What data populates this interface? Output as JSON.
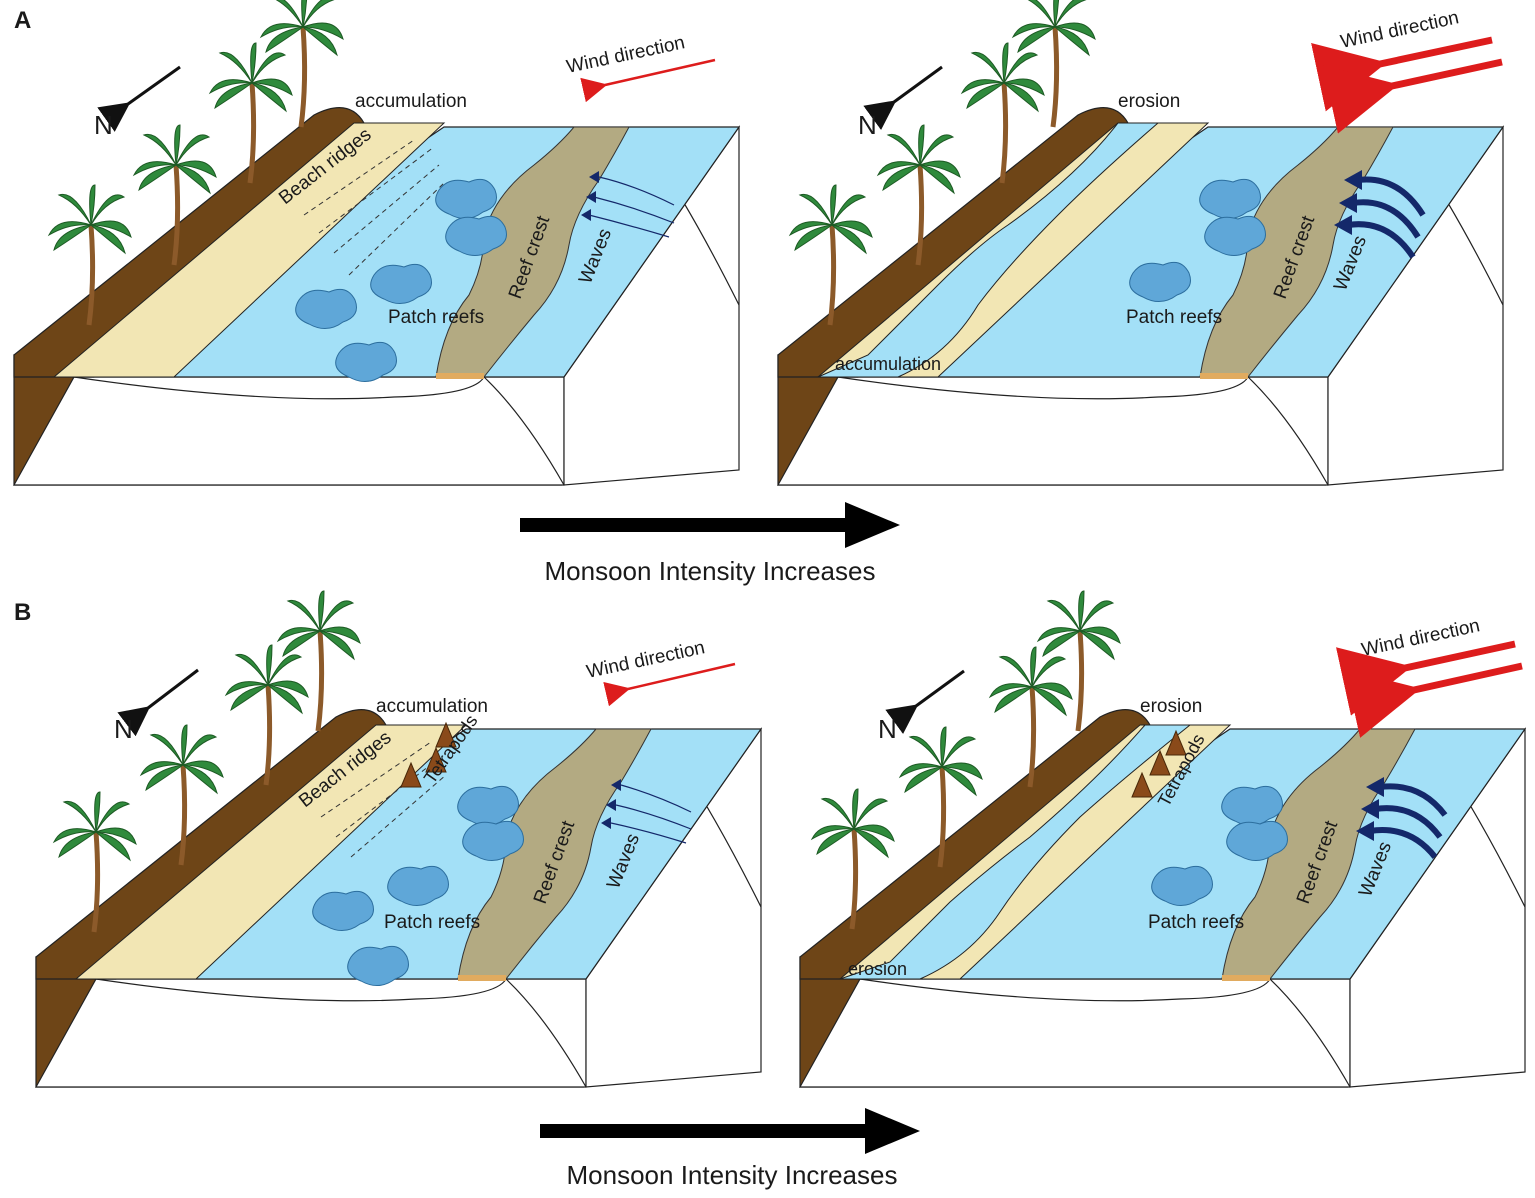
{
  "panels": [
    {
      "letter": "A",
      "caption": "Monsoon Intensity Increases",
      "left_block": {
        "north": "N",
        "wind": "Wind direction",
        "top_label": "accumulation",
        "beach_ridges": "Beach ridges",
        "patch_reefs": "Patch reefs",
        "reef_crest": "Reef crest",
        "waves": "Waves"
      },
      "right_block": {
        "north": "N",
        "wind": "Wind direction",
        "top_label": "erosion",
        "bottom_label": "accumulation",
        "patch_reefs": "Patch reefs",
        "reef_crest": "Reef crest",
        "waves": "Waves"
      }
    },
    {
      "letter": "B",
      "caption": "Monsoon Intensity Increases",
      "left_block": {
        "north": "N",
        "wind": "Wind direction",
        "top_label": "accumulation",
        "beach_ridges": "Beach ridges",
        "tetrapods": "Tetrapods",
        "patch_reefs": "Patch reefs",
        "reef_crest": "Reef crest",
        "waves": "Waves"
      },
      "right_block": {
        "north": "N",
        "wind": "Wind direction",
        "top_label": "erosion",
        "tetrapods": "Tetrapods",
        "bottom_label": "erosion",
        "patch_reefs": "Patch reefs",
        "reef_crest": "Reef crest",
        "waves": "Waves"
      }
    }
  ],
  "colors": {
    "water": "#a3e0f7",
    "land": "#6e4517",
    "sand": "#f2e6b4",
    "reef_crest": "#b3aa82",
    "patch_reef": "#5fa7d8",
    "wind_arrow": "#dd1c1c",
    "wave_arrow": "#14286a",
    "tetrapod": "#8a4a1a",
    "palm_leaf": "#2f8a3c"
  }
}
